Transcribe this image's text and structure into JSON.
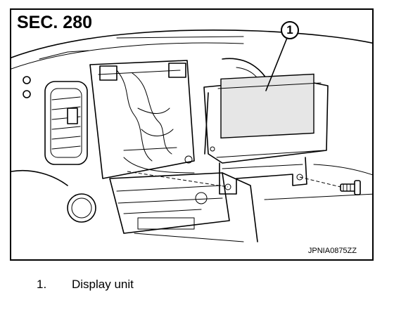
{
  "figure": {
    "section": "SEC. 280",
    "callout": "1",
    "figure_id": "JPNIA0875ZZ"
  },
  "legend": [
    {
      "number": "1.",
      "text": "Display unit"
    }
  ]
}
